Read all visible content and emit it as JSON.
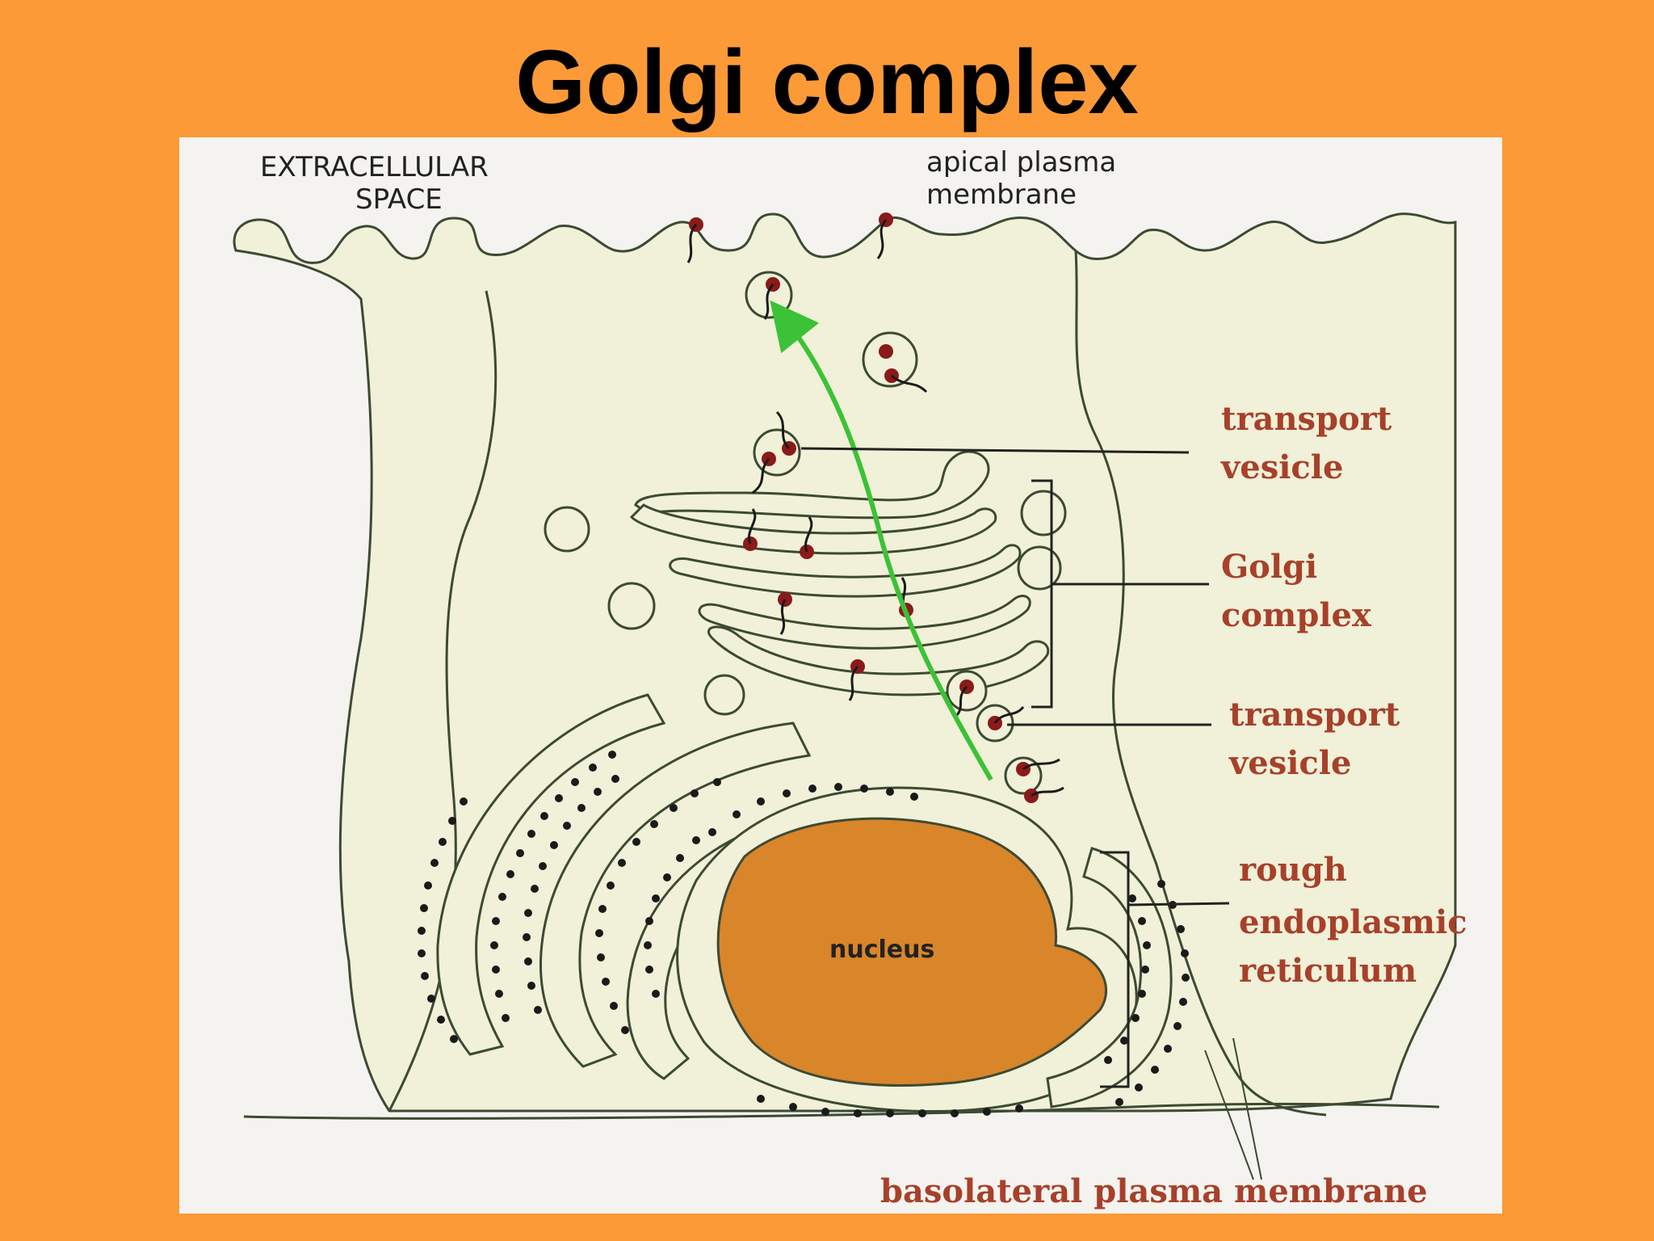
{
  "slide": {
    "title": "Golgi complex"
  },
  "labels": {
    "extracellular_line1": "EXTRACELLULAR",
    "extracellular_line2": "SPACE",
    "apical_line1": "apical plasma",
    "apical_line2": "membrane",
    "transport_top_line1": "transport",
    "transport_top_line2": "vesicle",
    "golgi_line1": "Golgi",
    "golgi_line2": "complex",
    "transport_bottom_line1": "transport",
    "transport_bottom_line2": "vesicle",
    "rer_line1": "rough",
    "rer_line2": "endoplasmic",
    "rer_line3": "reticulum",
    "nucleus": "nucleus",
    "basolateral": "basolateral plasma membrane"
  },
  "colors": {
    "background": "#fb9a37",
    "diagram_bg": "#f4f3ef",
    "cytoplasm": "#f0f1d8",
    "membrane": "#3d4a33",
    "nucleus": "#d9852a",
    "cargo": "#8b1a1a",
    "arrow": "#3bc236",
    "label_red": "#a8402a"
  }
}
